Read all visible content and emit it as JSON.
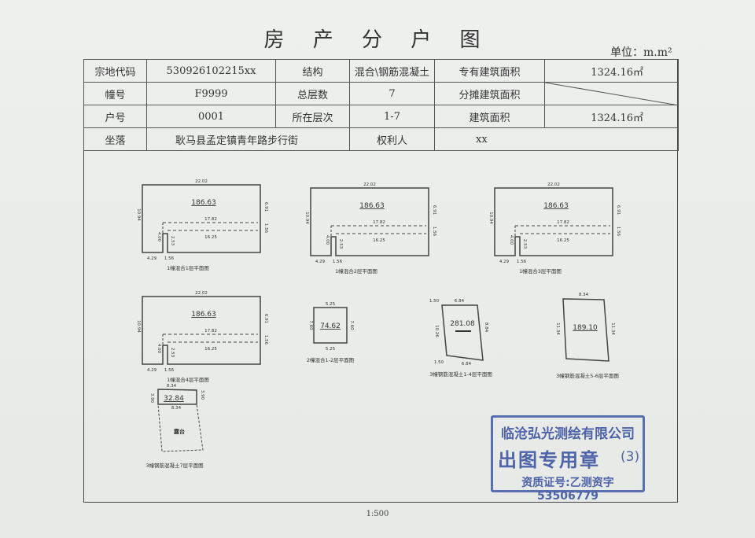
{
  "title": "房 产 分 户 图",
  "unit": "单位：m.m²",
  "scale": "1:500",
  "info": {
    "row1": {
      "l1": "宗地代码",
      "v1": "530926102215xx",
      "l2": "结构",
      "v2": "混合\\钢筋混凝土",
      "l3": "专有建筑面积",
      "v3": "1324.16㎡"
    },
    "row2": {
      "l1": "幢号",
      "v1": "F9999",
      "l2": "总层数",
      "v2": "7",
      "l3": "分摊建筑面积",
      "v3": ""
    },
    "row3": {
      "l1": "户号",
      "v1": "0001",
      "l2": "所在层次",
      "v2": "1-7",
      "l3": "建筑面积",
      "v3": "1324.16㎡"
    },
    "row4": {
      "l1": "坐落",
      "v1": "耿马县孟定镇青年路步行街",
      "l2": "权利人",
      "v2": "xx"
    }
  },
  "plans": [
    {
      "area": "186.63",
      "label": "1幢混合1层平面图",
      "top": "22.02",
      "mid": "17.82",
      "low": "16.25",
      "left": "10.94",
      "right": "6.91",
      "r2": "1.56",
      "small1": "4.00",
      "small2": "2.53",
      "b1": "4.29",
      "b2": "1.56"
    },
    {
      "area": "186.63",
      "label": "1幢混合2层平面图",
      "top": "22.02",
      "mid": "17.82",
      "low": "16.25",
      "left": "10.94",
      "right": "6.91",
      "r2": "1.56",
      "small1": "4.00",
      "small2": "2.53",
      "b1": "4.29",
      "b2": "1.56"
    },
    {
      "area": "186.63",
      "label": "1幢混合3层平面图",
      "top": "22.02",
      "mid": "17.82",
      "low": "16.25",
      "left": "10.94",
      "right": "6.91",
      "r2": "1.56",
      "small1": "4.00",
      "small2": "2.53",
      "b1": "4.29",
      "b2": "1.56"
    },
    {
      "area": "186.63",
      "label": "1幢混合4层平面图",
      "top": "22.02",
      "mid": "17.82",
      "low": "16.25",
      "left": "10.94",
      "right": "6.91",
      "r2": "1.56",
      "small1": "4.00",
      "small2": "2.53",
      "b1": "4.29",
      "b2": "1.56"
    }
  ],
  "plan5": {
    "area": "74.62",
    "label": "2幢混合1-2层平面图",
    "top": "5.25",
    "bottom": "5.25",
    "left": "7.60",
    "right": "7.60"
  },
  "plan6": {
    "area": "281.08",
    "label": "3幢钢筋混凝土1-4层平面图",
    "top": "6.84",
    "bottom": "6.84",
    "left": "10.26",
    "right": "8.84",
    "tl": "1.50",
    "bl": "1.50"
  },
  "plan7": {
    "area": "189.10",
    "label": "3幢钢筋混凝土5-6层平面图",
    "top": "8.34",
    "left": "11.34",
    "right": "11.34"
  },
  "plan8": {
    "area": "32.84",
    "label": "3幢钢筋混凝土7层平面图",
    "top": "8.34",
    "mid": "8.34",
    "left": "3.90",
    "right": "3.90",
    "terrace": "露台"
  },
  "stamp": {
    "line1": "临沧弘光测绘有限公司",
    "line2": "出图专用章",
    "line2b": "(3)",
    "line3": "资质证号:乙测资字53506779"
  },
  "colors": {
    "stamp": "#4e63a8",
    "line": "#444444",
    "paper": "#eceeec"
  }
}
